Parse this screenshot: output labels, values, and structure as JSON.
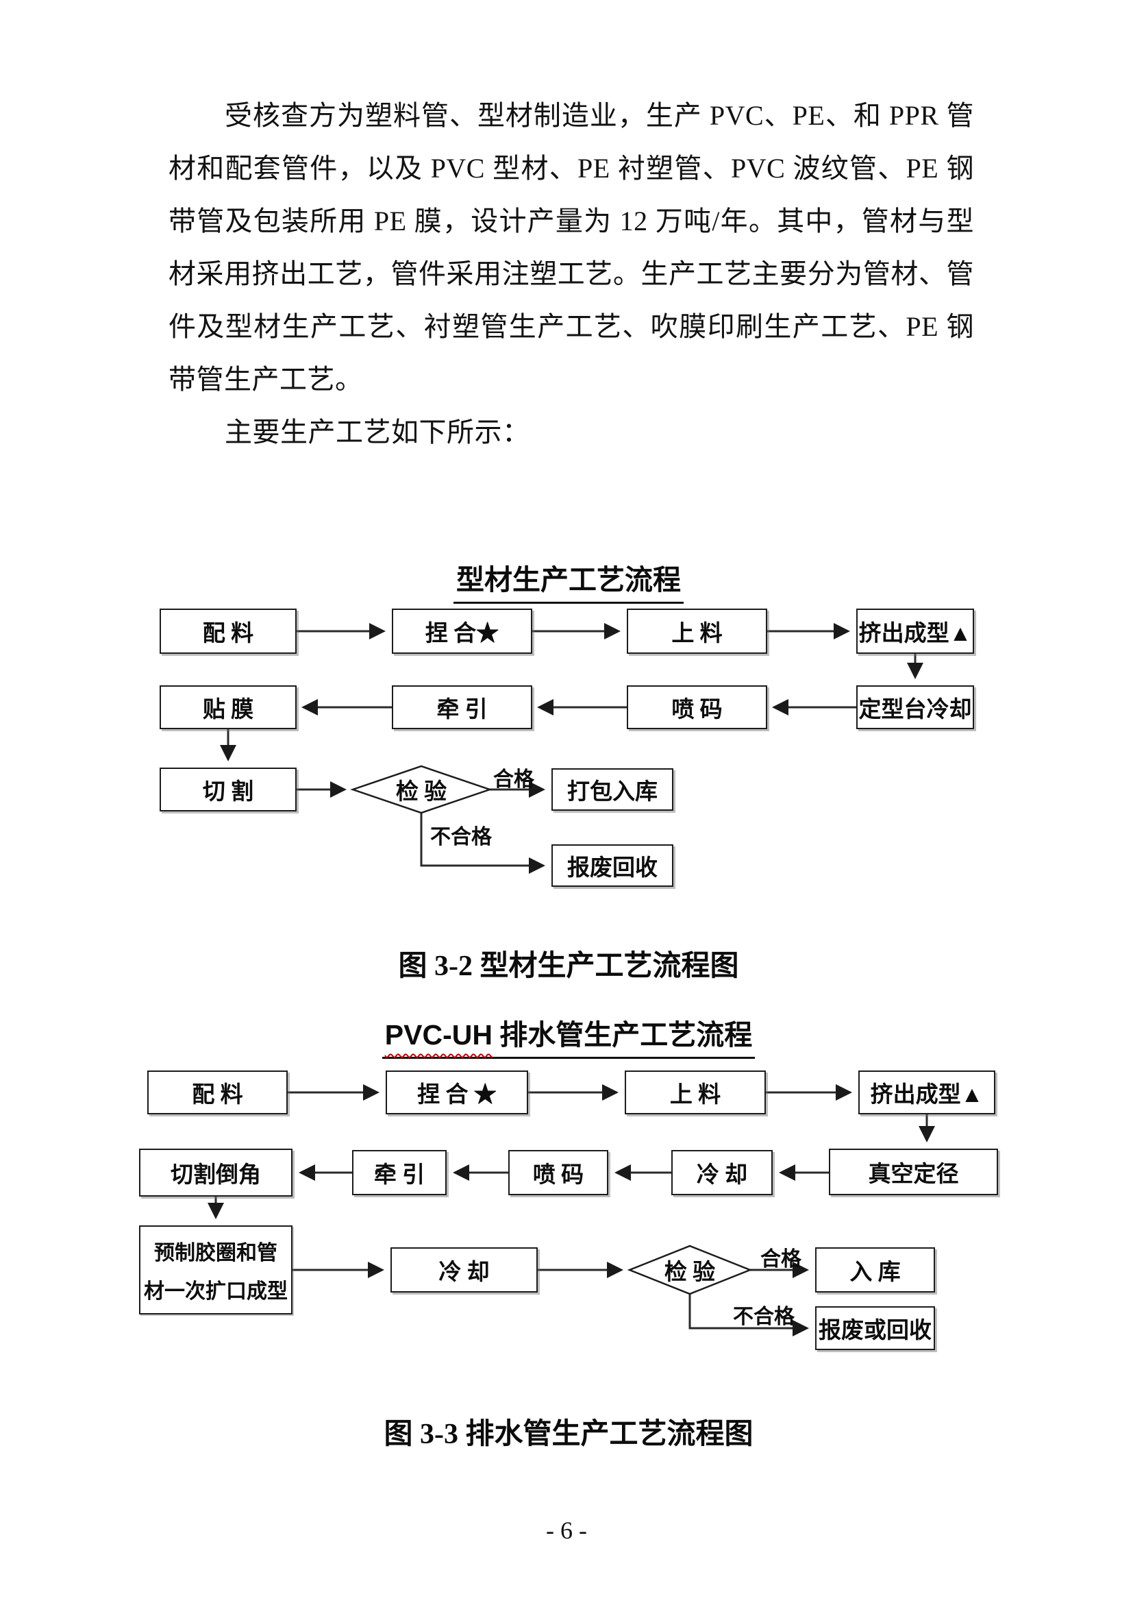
{
  "page": {
    "number": "- 6 -"
  },
  "paragraphs": {
    "p1": "受核查方为塑料管、型材制造业，生产 PVC、PE、和 PPR 管材和配套管件，以及 PVC 型材、PE 衬塑管、PVC 波纹管、PE 钢带管及包装所用 PE 膜，设计产量为 12 万吨/年。其中，管材与型材采用挤出工艺，管件采用注塑工艺。生产工艺主要分为管材、管件及型材生产工艺、衬塑管生产工艺、吹膜印刷生产工艺、PE 钢带管生产工艺。",
    "p2": "主要生产工艺如下所示："
  },
  "figure1": {
    "title": "型材生产工艺流程",
    "caption": "图 3-2 型材生产工艺流程图",
    "nodes": {
      "peiliao": "配 料",
      "niehe": "捏 合★",
      "shangliao": "上 料",
      "jichu": "挤出成型▲",
      "tiemo": "贴 膜",
      "qianyin": "牵 引",
      "penma": "喷 码",
      "dingxing": "定型台冷却",
      "qiege": "切 割",
      "jianyan": "检 验",
      "dabao": "打包入库",
      "baofei": "报废回收"
    },
    "labels": {
      "pass": "合格",
      "fail": "不合格"
    }
  },
  "figure2": {
    "title_latin": "PVC-UH",
    "title_zh": " 排水管生产工艺流程",
    "caption": "图 3-3 排水管生产工艺流程图",
    "nodes": {
      "peiliao": "配 料",
      "niehe": "捏 合 ★",
      "shangliao": "上 料",
      "jichu": "挤出成型▲",
      "qiegedaojiao": "切割倒角",
      "qianyin": "牵 引",
      "penma": "喷 码",
      "lengque1": "冷 却",
      "zhenkong": "真空定径",
      "yuzhi_line1": "预制胶圈和管",
      "yuzhi_line2": "材一次扩口成型",
      "lengque2": "冷 却",
      "jianyan": "检 验",
      "ruku": "入 库",
      "baofei": "报废或回收"
    },
    "labels": {
      "pass": "合格",
      "fail": "不合格"
    }
  }
}
